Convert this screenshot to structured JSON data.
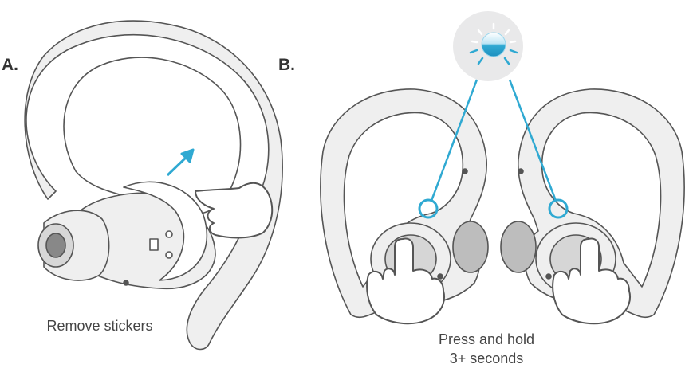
{
  "panels": [
    {
      "id": "A",
      "letter": "A.",
      "caption": "Remove stickers"
    },
    {
      "id": "B",
      "letter": "B.",
      "caption_line1": "Press and hold",
      "caption_line2": "3+ seconds"
    }
  ],
  "colors": {
    "accent": "#2fa9d2",
    "outline": "#555555",
    "earbud_fill": "#efefef",
    "shadow": "#dcdcdc",
    "led_bg": "#e9e9ea",
    "text": "#444444"
  },
  "icons": [
    "led-indicator-icon",
    "pointing-hand-icon",
    "swipe-arrow-icon"
  ]
}
